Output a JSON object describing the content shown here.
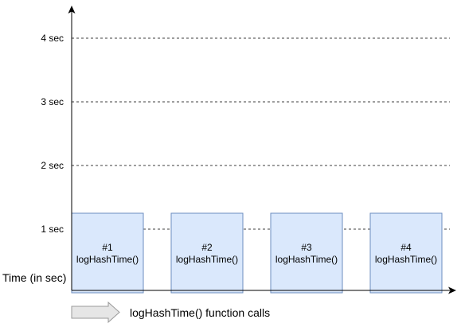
{
  "chart_data": {
    "type": "bar",
    "ylabel": "Time (in sec)",
    "xlabel": "logHashTime() function calls",
    "y_ticks": [
      {
        "value": 1,
        "label": "1 sec"
      },
      {
        "value": 2,
        "label": "2 sec"
      },
      {
        "value": 3,
        "label": "3 sec"
      },
      {
        "value": 4,
        "label": "4 sec"
      }
    ],
    "ylim": [
      0,
      4.5
    ],
    "grid": true,
    "bars": [
      {
        "id": "#1",
        "name": "logHashTime()",
        "value": 1.25
      },
      {
        "id": "#2",
        "name": "logHashTime()",
        "value": 1.25
      },
      {
        "id": "#3",
        "name": "logHashTime()",
        "value": 1.25
      },
      {
        "id": "#4",
        "name": "logHashTime()",
        "value": 1.25
      }
    ],
    "colors": {
      "bar_fill": "#dae8fc",
      "bar_stroke": "#6c8ebf",
      "axis": "#000000",
      "grid": "#000000",
      "arrow_fill": "#e6e6e6",
      "arrow_stroke": "#999999"
    }
  }
}
